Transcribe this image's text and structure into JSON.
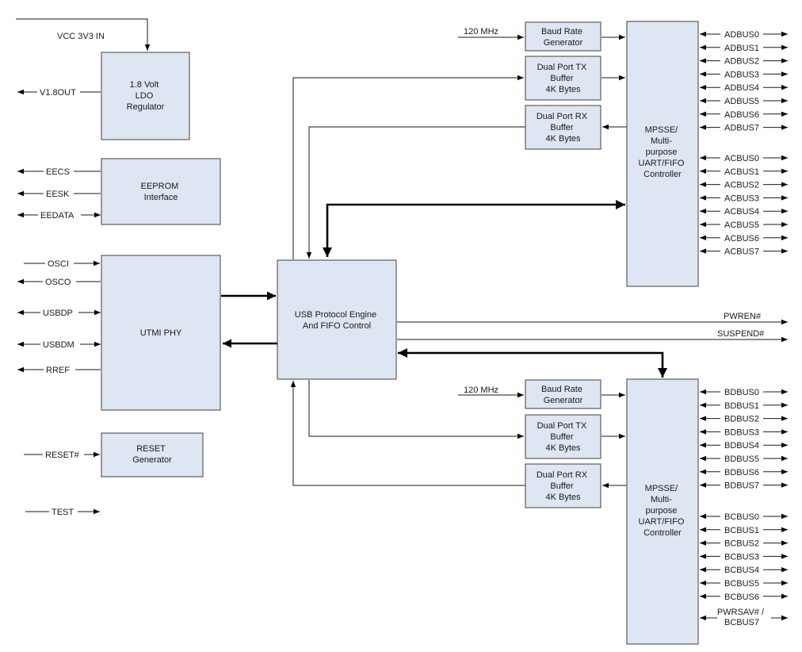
{
  "colors": {
    "block_fill": "#dde6f2",
    "block_stroke": "#404040",
    "line": "#000000"
  },
  "blocks": {
    "ldo": [
      "1.8 Volt",
      "LDO",
      "Regulator"
    ],
    "eeprom": [
      "EEPROM",
      "Interface"
    ],
    "utmi": [
      "UTMI PHY"
    ],
    "reset": [
      "RESET",
      "Generator"
    ],
    "usb_engine": [
      "USB Protocol Engine",
      "And FIFO Control"
    ],
    "baud_a": [
      "Baud Rate",
      "Generator"
    ],
    "tx_a": [
      "Dual Port TX",
      "Buffer",
      "4K Bytes"
    ],
    "rx_a": [
      "Dual Port RX",
      "Buffer",
      "4K Bytes"
    ],
    "mpsse_a": [
      "MPSSE/",
      "Multi-",
      "purpose",
      "UART/FIFO",
      "Controller"
    ],
    "baud_b": [
      "Baud Rate",
      "Generator"
    ],
    "tx_b": [
      "Dual Port TX",
      "Buffer",
      "4K Bytes"
    ],
    "rx_b": [
      "Dual Port RX",
      "Buffer",
      "4K Bytes"
    ],
    "mpsse_b": [
      "MPSSE/",
      "Multi-",
      "purpose",
      "UART/FIFO",
      "Controller"
    ]
  },
  "signals": {
    "vcc": "VCC 3V3 IN",
    "v18out": "V1.8OUT",
    "eecs": "EECS",
    "eesk": "EESK",
    "eedata": "EEDATA",
    "osci": "OSCI",
    "osco": "OSCO",
    "usbdp": "USBDP",
    "usbdm": "USBDM",
    "rref": "RREF",
    "reset": "RESET#",
    "test": "TEST",
    "clk_a": "120 MHz",
    "clk_b": "120 MHz",
    "pwren": "PWREN#",
    "suspend": "SUSPEND#",
    "pwrsav": [
      "PWRSAV# /",
      "BCBUS7"
    ]
  },
  "buses": {
    "adbus": [
      "ADBUS0",
      "ADBUS1",
      "ADBUS2",
      "ADBUS3",
      "ADBUS4",
      "ADBUS5",
      "ADBUS6",
      "ADBUS7"
    ],
    "acbus": [
      "ACBUS0",
      "ACBUS1",
      "ACBUS2",
      "ACBUS3",
      "ACBUS4",
      "ACBUS5",
      "ACBUS6",
      "ACBUS7"
    ],
    "bdbus": [
      "BDBUS0",
      "BDBUS1",
      "BDBUS2",
      "BDBUS3",
      "BDBUS4",
      "BDBUS5",
      "BDBUS6",
      "BDBUS7"
    ],
    "bcbus": [
      "BCBUS0",
      "BCBUS1",
      "BCBUS2",
      "BCBUS3",
      "BCBUS4",
      "BCBUS5",
      "BCBUS6"
    ]
  }
}
